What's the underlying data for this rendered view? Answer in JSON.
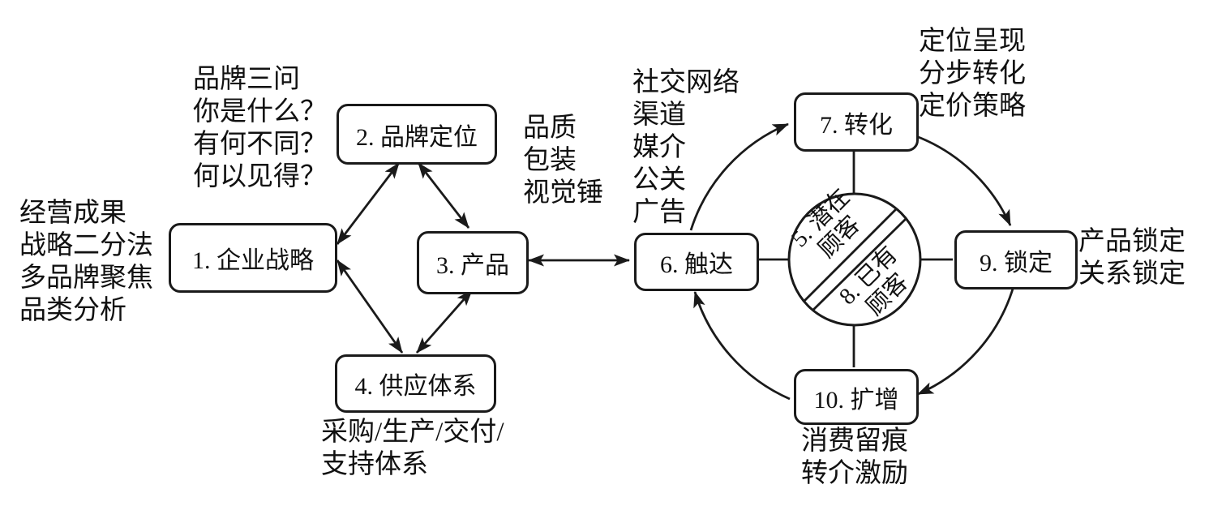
{
  "diagram": {
    "colors": {
      "stroke": "#1a1a1a",
      "background": "#ffffff"
    },
    "boxes": {
      "b1": {
        "label": "1. 企业战略"
      },
      "b2": {
        "label": "2. 品牌定位"
      },
      "b3": {
        "label": "3. 产品"
      },
      "b4": {
        "label": "4. 供应体系"
      },
      "b6": {
        "label": "6. 触达"
      },
      "b7": {
        "label": "7. 转化"
      },
      "b9": {
        "label": "9. 锁定"
      },
      "b10": {
        "label": "10. 扩增"
      }
    },
    "circle": {
      "top_label": "5. 潜在\n顾客",
      "bottom_label": "8. 已有\n顾客"
    },
    "annotations": {
      "strategy": "经营成果\n战略二分法\n多品牌聚焦\n品类分析",
      "brand_questions": "品牌三问\n你是什么？\n有何不同？\n何以见得？",
      "product_notes": "品质\n包装\n视觉锤",
      "reach_channels": "社交网络\n渠道\n媒介\n公关\n广告",
      "conversion_notes": "定位呈现\n分步转化\n定价策略",
      "lockin_notes": "产品锁定\n关系锁定",
      "expansion_notes": "消费留痕\n转介激励",
      "supply_notes": "采购/生产/交付/\n支持体系"
    }
  }
}
